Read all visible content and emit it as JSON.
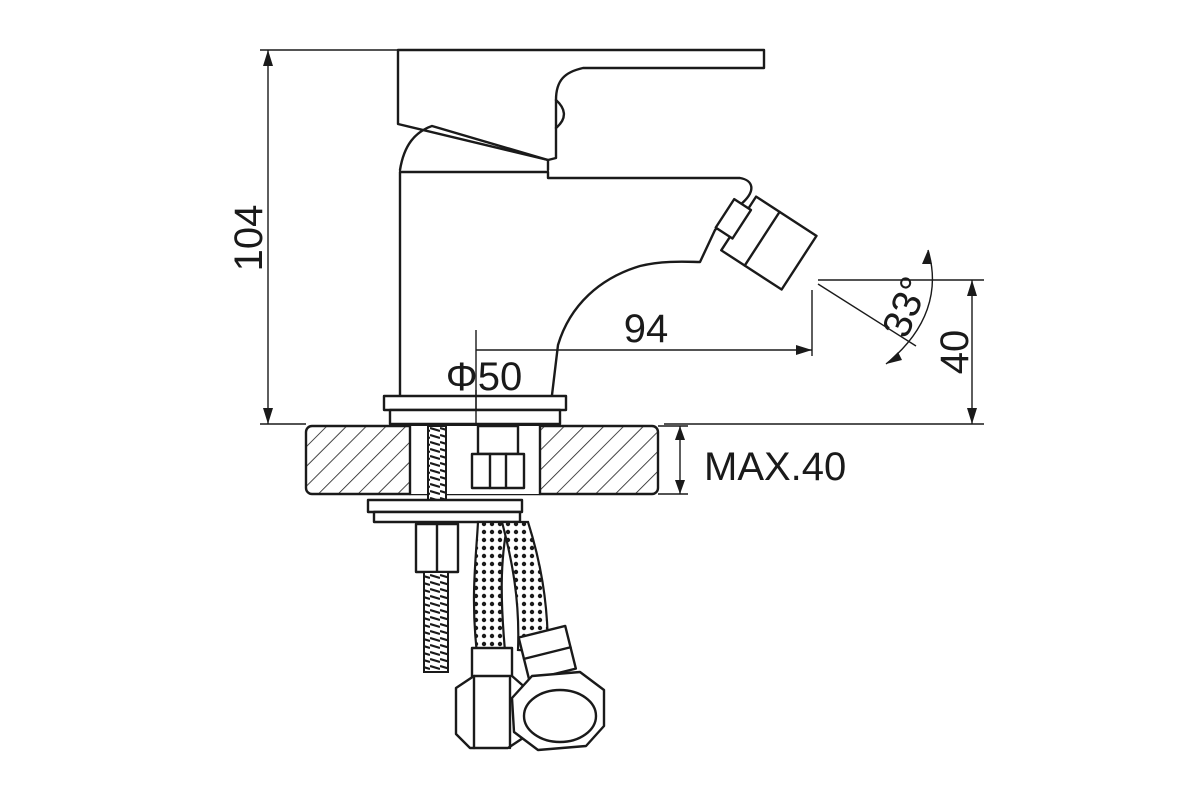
{
  "dimensions": {
    "overall_height": "104",
    "spout_reach": "94",
    "base_diameter": "Φ50",
    "spout_height": "40",
    "spray_angle": "33°",
    "max_deck_thickness": "MAX.40"
  }
}
